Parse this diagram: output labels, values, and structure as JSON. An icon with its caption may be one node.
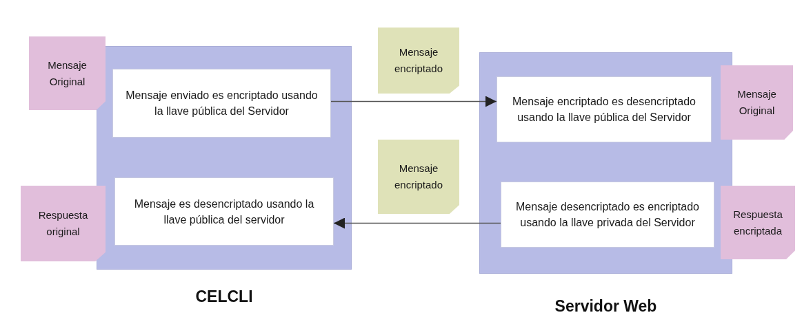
{
  "diagram": {
    "nodes": [
      {
        "text": [
          "CELCLI"
        ]
      },
      {
        "text": [
          "Mensaje Original"
        ]
      },
      {
        "text": [
          "Mensaje enviado es encriptado usando la llave pública del Servidor"
        ],
        "in": 0
      },
      {
        "text": [
          "Respuesta original"
        ]
      },
      {
        "text": [
          "Mensaje es desencriptado usando la llave pública del servidor"
        ],
        "in": 0
      },
      {
        "text": [
          "Mensaje encriptado"
        ]
      },
      {
        "text": [
          "Mensaje encriptado"
        ]
      },
      {
        "text": [
          "Servidor Web"
        ]
      },
      {
        "text": [
          "Mensaje encriptado es desencriptado usando la llave pública del Servidor"
        ],
        "in": 7
      },
      {
        "text": [
          "Mensaje desencriptado es encriptado usando la llave privada del Servidor"
        ],
        "in": 7
      },
      {
        "text": [
          "Mensaje Original"
        ]
      },
      {
        "text": [
          "Respuesta encriptada"
        ]
      }
    ],
    "edges": [
      {
        "from": 2,
        "to": 8,
        "arrow": "to"
      },
      {
        "from": 9,
        "to": 4,
        "arrow": "to"
      }
    ]
  }
}
